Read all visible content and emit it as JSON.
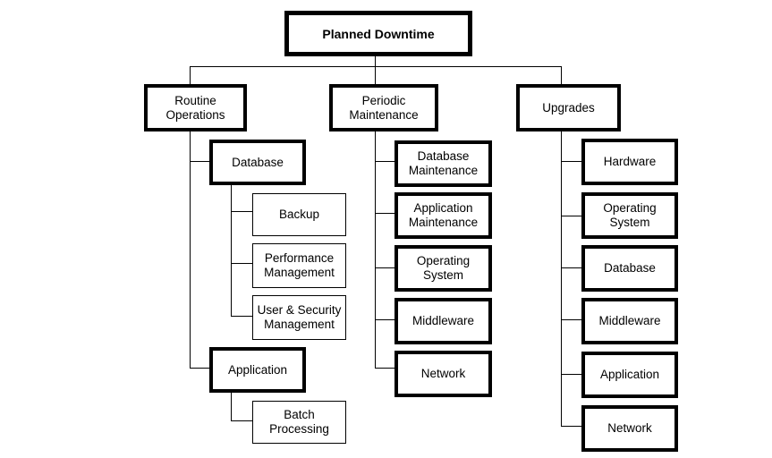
{
  "diagram": {
    "root": "Planned Downtime",
    "routine": {
      "label": "Routine\nOperations",
      "database": "Database",
      "backup": "Backup",
      "performance": "Performance\nManagement",
      "user_security": "User & Security\nManagement",
      "application": "Application",
      "batch": "Batch\nProcessing"
    },
    "periodic": {
      "label": "Periodic\nMaintenance",
      "database_maintenance": "Database\nMaintenance",
      "application_maintenance": "Application\nMaintenance",
      "operating_system": "Operating\nSystem",
      "middleware": "Middleware",
      "network": "Network"
    },
    "upgrades": {
      "label": "Upgrades",
      "hardware": "Hardware",
      "operating_system": "Operating\nSystem",
      "database": "Database",
      "middleware": "Middleware",
      "application": "Application",
      "network": "Network"
    }
  }
}
